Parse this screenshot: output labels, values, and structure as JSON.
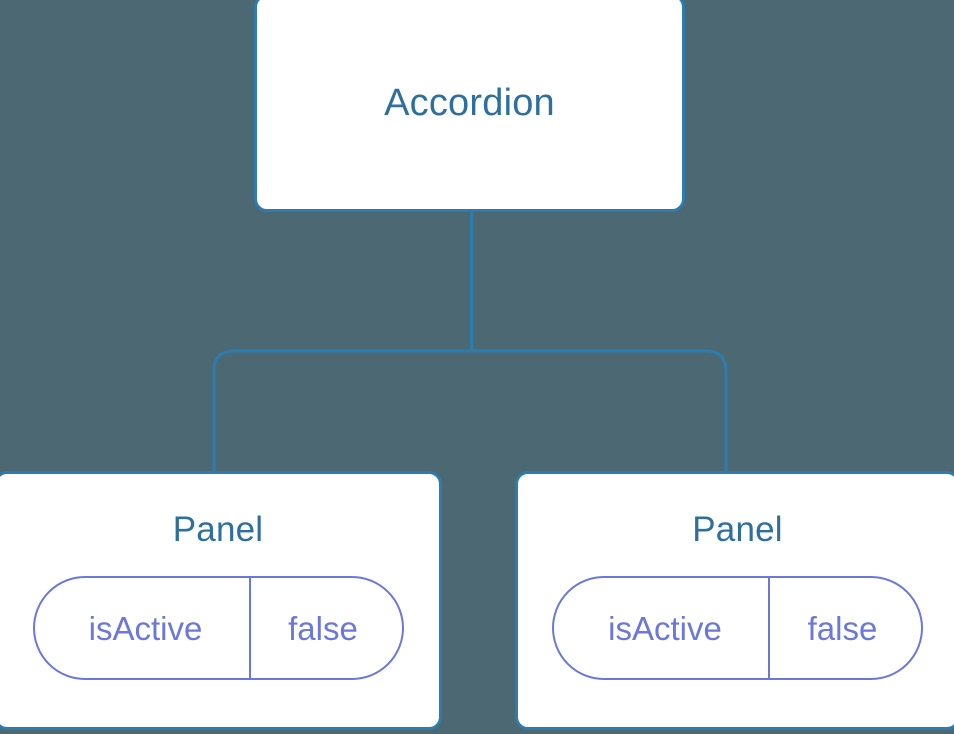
{
  "canvas": {
    "background_color": "#4C6872",
    "connector_color": "#2E7BAE"
  },
  "tree": {
    "root": {
      "title": "Accordion",
      "title_color": "#2E6F9E",
      "border_color": "#2E7BAE",
      "fill_color": "#FFFFFF"
    },
    "children": [
      {
        "title": "Panel",
        "title_color": "#2E6F9E",
        "border_color": "#2E7BAE",
        "fill_color": "#FFFFFF",
        "prop": {
          "key": "isActive",
          "value": "false",
          "accent_color": "#6B77DB"
        }
      },
      {
        "title": "Panel",
        "title_color": "#2E6F9E",
        "border_color": "#2E7BAE",
        "fill_color": "#FFFFFF",
        "prop": {
          "key": "isActive",
          "value": "false",
          "accent_color": "#6B77DB"
        }
      }
    ]
  }
}
